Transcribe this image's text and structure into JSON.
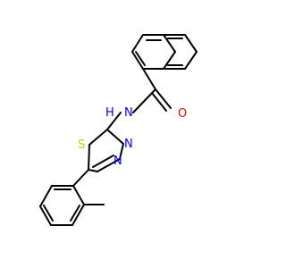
{
  "molecule": {
    "atoms": {
      "oxygen": {
        "symbol": "O",
        "color": "#ff0000"
      },
      "amide_nitrogen": {
        "symbol": "N",
        "color": "#0000ff"
      },
      "amide_hydrogen": {
        "symbol": "H",
        "color": "#0000ff"
      },
      "ring_nitrogen_1": {
        "symbol": "N",
        "color": "#0000ff"
      },
      "ring_nitrogen_2": {
        "symbol": "N",
        "color": "#0000ff"
      },
      "sulfur": {
        "symbol": "S",
        "color": "#cccc00"
      }
    },
    "bond_color": "#000000",
    "background_color": "#ffffff"
  }
}
